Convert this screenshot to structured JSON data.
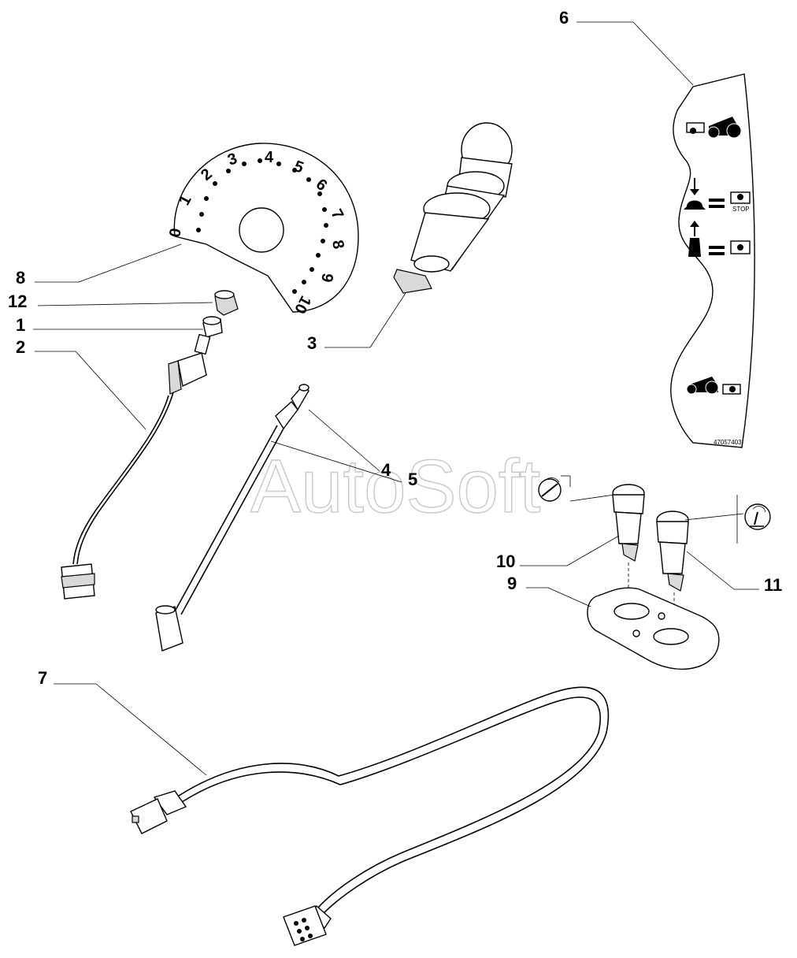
{
  "diagram": {
    "watermark": "AutoSoft",
    "callouts": [
      {
        "id": "1",
        "label": "1"
      },
      {
        "id": "2",
        "label": "2"
      },
      {
        "id": "3",
        "label": "3"
      },
      {
        "id": "4",
        "label": "4"
      },
      {
        "id": "5",
        "label": "5"
      },
      {
        "id": "6",
        "label": "6"
      },
      {
        "id": "7",
        "label": "7"
      },
      {
        "id": "8",
        "label": "8"
      },
      {
        "id": "9",
        "label": "9"
      },
      {
        "id": "10",
        "label": "10"
      },
      {
        "id": "11",
        "label": "11"
      },
      {
        "id": "12",
        "label": "12"
      }
    ],
    "dial_scale": [
      "0",
      "1",
      "2",
      "3",
      "4",
      "5",
      "6",
      "7",
      "8",
      "9",
      "10"
    ],
    "decal": {
      "stop_text": "STOP",
      "part_number": "47057403"
    }
  }
}
